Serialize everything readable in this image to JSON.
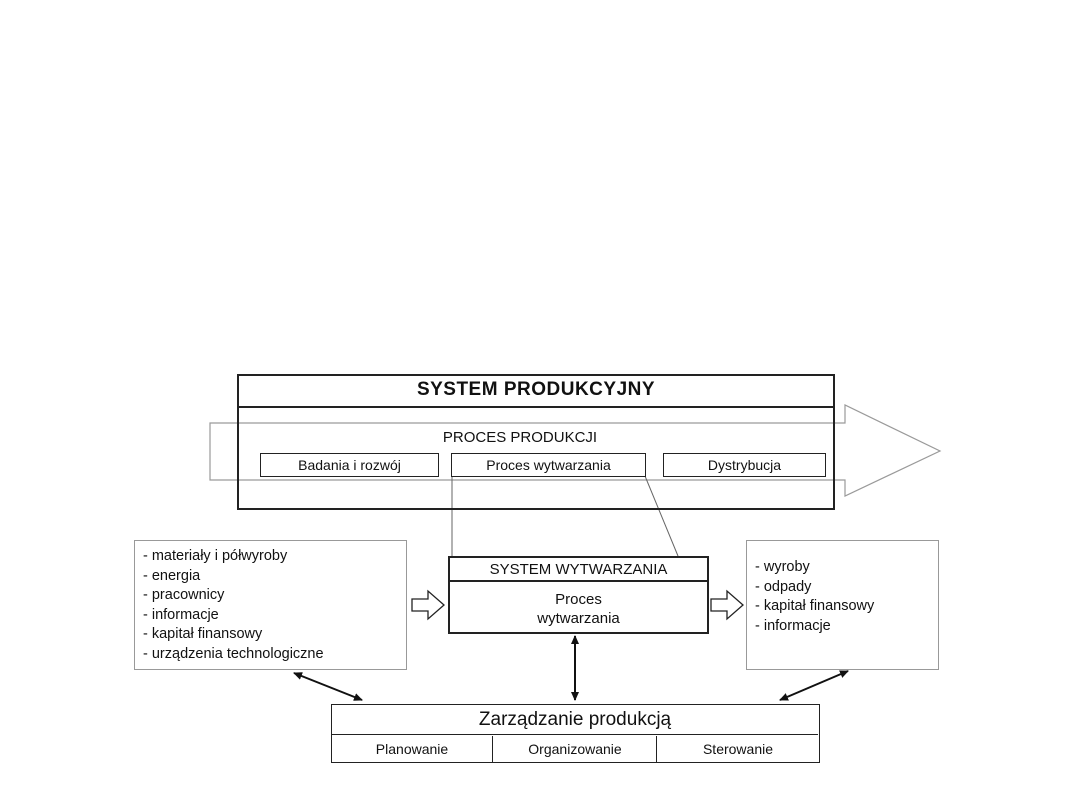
{
  "system": {
    "title": "SYSTEM PRODUKCYJNY",
    "process_label": "PROCES PRODUKCJI",
    "stages": [
      "Badania i rozwój",
      "Proces wytwarzania",
      "Dystrybucja"
    ]
  },
  "inputs": {
    "items": [
      "- materiały i półwyroby",
      "- energia",
      "- pracownicy",
      "- informacje",
      "- kapitał finansowy",
      "- urządzenia technologiczne"
    ]
  },
  "manufacturing": {
    "title": "SYSTEM WYTWARZANIA",
    "body_line1": "Proces",
    "body_line2": "wytwarzania"
  },
  "outputs": {
    "items": [
      "- wyroby",
      "- odpady",
      "- kapitał finansowy",
      "- informacje"
    ]
  },
  "management": {
    "title": "Zarządzanie produkcją",
    "functions": [
      "Planowanie",
      "Organizowanie",
      "Sterowanie"
    ]
  }
}
